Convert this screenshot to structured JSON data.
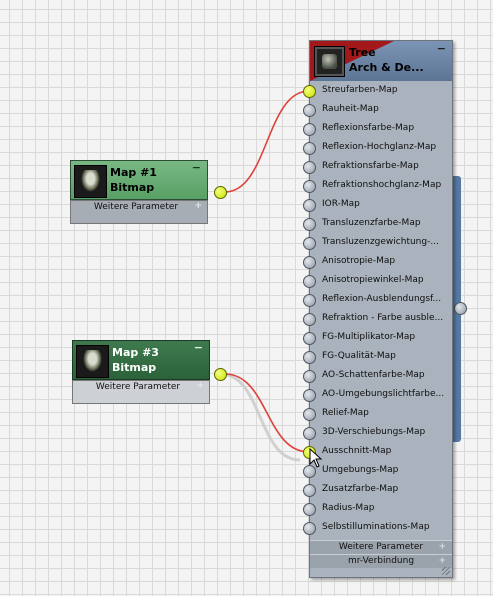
{
  "material_node": {
    "title_line1": "Tree",
    "title_line2": "Arch & De...",
    "minimize": "−",
    "slots": [
      "Streufarben-Map",
      "Rauheit-Map",
      "Reflexionsfarbe-Map",
      "Reflexion-Hochglanz-Map",
      "Refraktionsfarbe-Map",
      "Refraktionshochglanz-Map",
      "IOR-Map",
      "Transluzenzfarbe-Map",
      "Transluzenzgewichtung-...",
      "Anisotropie-Map",
      "Anisotropiewinkel-Map",
      "Reflexion-Ausblendungsf...",
      "Refraktion - Farbe ausble...",
      "FG-Multiplikator-Map",
      "FG-Qualität-Map",
      "AO-Schattenfarbe-Map",
      "AO-Umgebungslichtfarbe...",
      "Relief-Map",
      "3D-Verschiebungs-Map",
      "Ausschnitt-Map",
      "Umgebungs-Map",
      "Zusatzfarbe-Map",
      "Radius-Map",
      "Selbstilluminations-Map"
    ],
    "active_slots": [
      0,
      19
    ],
    "footer_params": "Weitere Parameter",
    "footer_mr": "mr-Verbindung",
    "plus": "+"
  },
  "bitmap_nodes": [
    {
      "title": "Map #1",
      "subtitle": "Bitmap",
      "minimize": "−",
      "footer": "Weitere Parameter",
      "plus": "+"
    },
    {
      "title": "Map #3",
      "subtitle": "Bitmap",
      "minimize": "−",
      "footer": "Weitere Parameter",
      "plus": "+"
    }
  ],
  "colors": {
    "wire": "#e0403a",
    "active_port": "#d4ea00",
    "material_header": "#6d85a5",
    "material_header_red": "#a3181a",
    "bitmap1_header": "#68ac74",
    "bitmap3_header": "#336d43",
    "side_bar": "#5579a3"
  }
}
